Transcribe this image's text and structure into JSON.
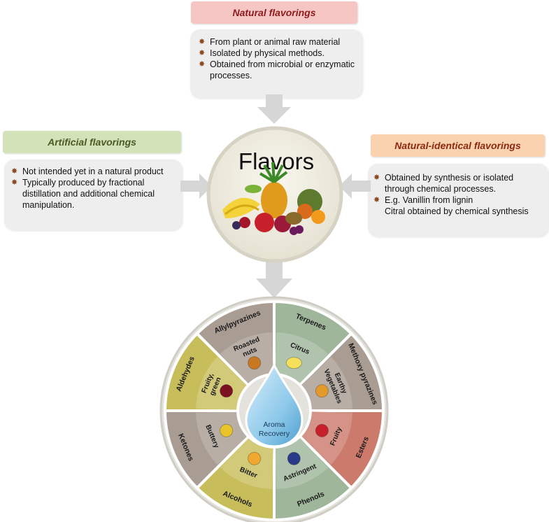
{
  "natural": {
    "title": "Natural flavorings",
    "bullets": [
      "From plant or animal raw material",
      "Isolated by physical methods.",
      "Obtained from microbial or enzymatic processes."
    ]
  },
  "artificial": {
    "title": "Artificial flavorings",
    "bullets": [
      "Not intended yet in a natural product",
      "Typically produced by fractional distillation and additional chemical manipulation."
    ]
  },
  "identical": {
    "title": "Natural-identical flavorings",
    "bullets": [
      "Obtained by synthesis or isolated through chemical processes.",
      "E.g. Vanillin from lignin"
    ],
    "extra": "Citral obtained by chemical synthesis"
  },
  "center": {
    "title": "Flavors"
  },
  "wheel": {
    "center_label_1": "Aroma",
    "center_label_2": "Recovery",
    "sectors": [
      {
        "outer": "Terpenes",
        "inner": "Citrus",
        "color": "#9fb69a"
      },
      {
        "outer": "Methoxy pyrazines",
        "inner": "Earthy Vegetables",
        "color": "#a99c93"
      },
      {
        "outer": "Esters",
        "inner": "Fruity",
        "color": "#cc7a6c"
      },
      {
        "outer": "Phenols",
        "inner": "Astringent",
        "color": "#9fb69a"
      },
      {
        "outer": "Alcohols",
        "inner": "Bitter",
        "color": "#c8bd5b"
      },
      {
        "outer": "Ketones",
        "inner": "Buttery",
        "color": "#a99c93"
      },
      {
        "outer": "Aldehydes",
        "inner": "Fruity, green",
        "color": "#c8bd5b"
      },
      {
        "outer": "Allylpyrazines",
        "inner": "Roasted nuts",
        "color": "#a99c93"
      }
    ]
  },
  "colors": {
    "natural_header_bg": "#f6c6c4",
    "natural_header_text": "#8b1a1a",
    "artificial_header_bg": "#d3e2b8",
    "artificial_header_text": "#4a5a22",
    "identical_header_bg": "#fbd2b0",
    "identical_header_text": "#8b2a10",
    "box_bg": "#eeeeee",
    "arrow": "#d6d6d6",
    "drop": "#8ec9ea"
  }
}
